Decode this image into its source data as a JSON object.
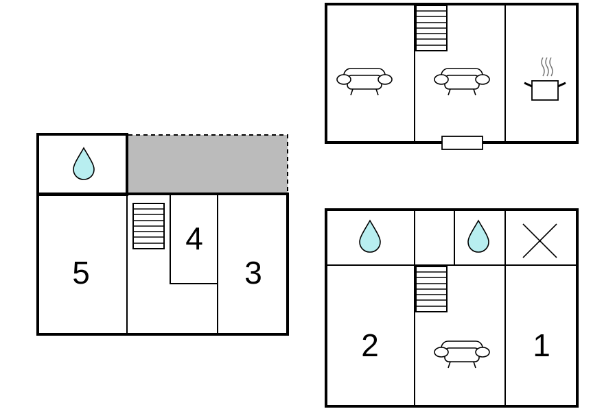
{
  "colors": {
    "wall": "#000000",
    "background": "#ffffff",
    "outdoor_area": "#bbbbbb",
    "water_drop": "#b8eef0"
  },
  "plans": [
    {
      "id": "left-floor",
      "rooms": [
        {
          "label": "5"
        },
        {
          "label": "4"
        },
        {
          "label": "3"
        }
      ],
      "icons": [
        "water-drop-icon",
        "stairs-icon"
      ]
    },
    {
      "id": "top-right-floor",
      "rooms": [],
      "icons": [
        "sofa-icon",
        "sofa-icon",
        "stairs-icon",
        "cooking-pot-icon",
        "balcony-icon"
      ]
    },
    {
      "id": "bottom-right-floor",
      "rooms": [
        {
          "label": "2"
        },
        {
          "label": "1"
        }
      ],
      "icons": [
        "water-drop-icon",
        "water-drop-icon",
        "cross-icon",
        "stairs-icon",
        "sofa-icon"
      ]
    }
  ]
}
